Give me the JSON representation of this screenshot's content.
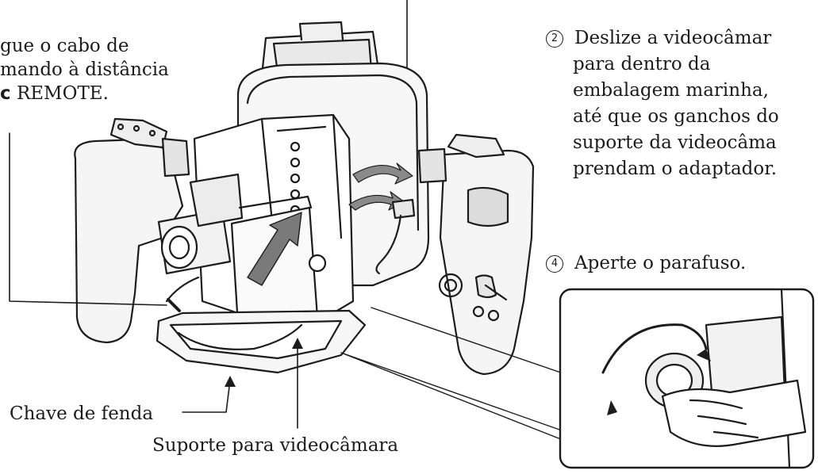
{
  "instructions": {
    "connect_cable": {
      "lines": [
        "gue o cabo de",
        "mando à distância"
      ],
      "jack_symbol": "c",
      "jack_label": "REMOTE."
    },
    "step2": {
      "number": "2",
      "lines": [
        "Deslize a videocâmar",
        "para dentro da",
        "embalagem marinha,",
        "até que os ganchos do",
        "suporte da videocâma",
        "prendam o adaptador."
      ]
    },
    "step4": {
      "number": "4",
      "text": "Aperte o parafuso."
    }
  },
  "callouts": {
    "screwdriver": "Chave de fenda",
    "camera_holder": "Suporte para videocâmara"
  }
}
